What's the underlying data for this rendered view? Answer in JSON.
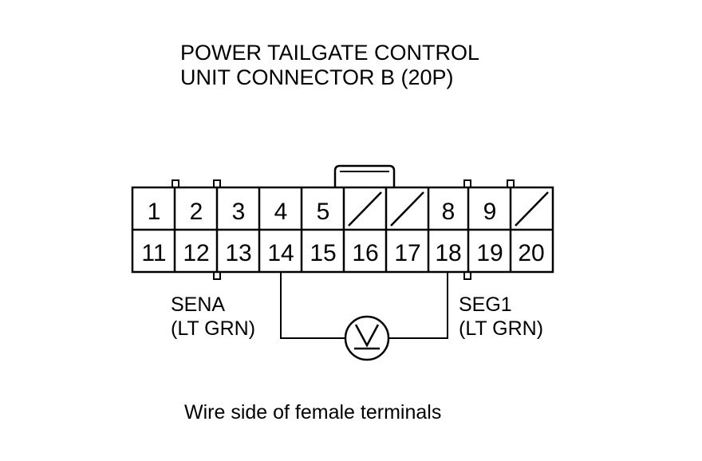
{
  "title": {
    "line1": "POWER TAILGATE CONTROL",
    "line2": "UNIT CONNECTOR B (20P)"
  },
  "connector": {
    "top_row": [
      "1",
      "2",
      "3",
      "4",
      "5",
      "",
      "",
      "8",
      "9",
      ""
    ],
    "bottom_row": [
      "11",
      "12",
      "13",
      "14",
      "15",
      "16",
      "17",
      "18",
      "19",
      "20"
    ]
  },
  "left_label": {
    "line1": "SENA",
    "line2": "(LT GRN)"
  },
  "right_label": {
    "line1": "SEG1",
    "line2": "(LT GRN)"
  },
  "meter_icon": "voltmeter-icon",
  "caption": "Wire side of female terminals"
}
